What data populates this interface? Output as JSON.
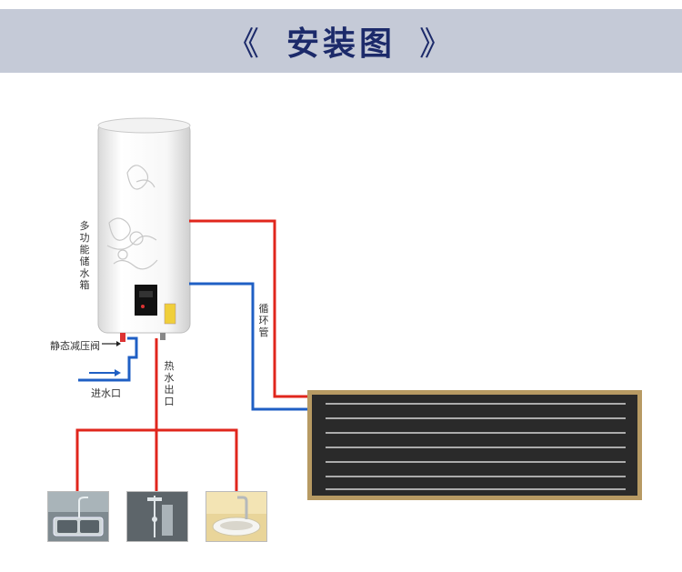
{
  "header": {
    "left_quote": "《",
    "title": "安装图",
    "right_quote": "》"
  },
  "labels": {
    "tank": "多功能储水箱",
    "relief_valve": "静态减压阀",
    "water_inlet": "进水口",
    "hot_water_outlet": "热水出口",
    "circulation_pipe": "循环管"
  },
  "colors": {
    "banner_bg": "#c5cad7",
    "title_text": "#1c2a6a",
    "hot_pipe": "#e0261c",
    "cold_pipe": "#1f5fc4",
    "panel": "#2a2a2a",
    "panel_frame": "#b79a63"
  },
  "icons": {
    "inlet_arrow": "arrow-right-icon",
    "fixtures": [
      "kitchen-sink-photo",
      "shower-photo",
      "wash-basin-photo"
    ]
  }
}
